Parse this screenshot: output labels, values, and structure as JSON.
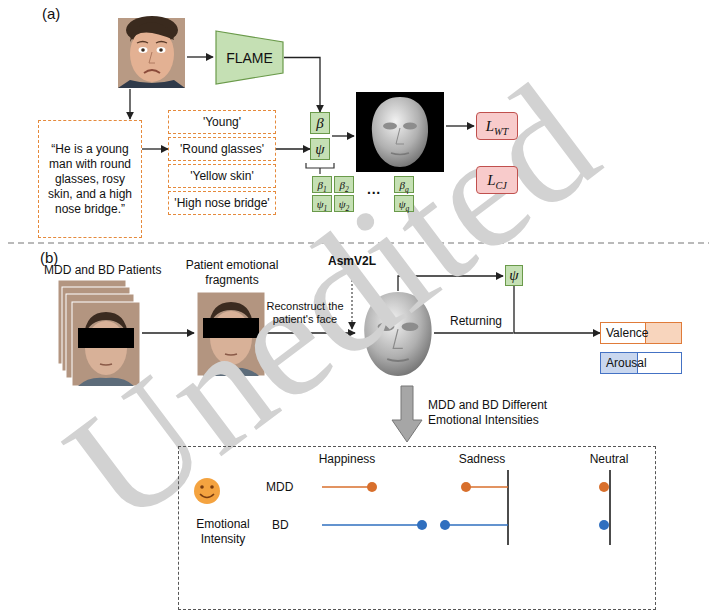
{
  "diagram": {
    "nodes": [
      {
        "text": [
          "FLAME"
        ]
      },
      {
        "text": [
          "“He is a young man with round glasses, rosy skin, and a high nose bridge.”"
        ]
      },
      {
        "text": [
          "'Young'"
        ]
      },
      {
        "text": [
          "'Round glasses'"
        ]
      },
      {
        "text": [
          "'Yellow skin'"
        ]
      },
      {
        "text": [
          "'High nose bridge'"
        ]
      },
      {
        "text": [
          "β"
        ]
      },
      {
        "text": [
          "ψ"
        ]
      },
      {
        "text": [
          "β1"
        ]
      },
      {
        "text": [
          "β2"
        ]
      },
      {
        "text": [
          "βq"
        ]
      },
      {
        "text": [
          "ψ1"
        ]
      },
      {
        "text": [
          "ψ2"
        ]
      },
      {
        "text": [
          "ψq"
        ]
      },
      {
        "text": [
          "LWT"
        ]
      },
      {
        "text": [
          "LCJ"
        ]
      },
      {
        "text": [
          "ψ"
        ]
      },
      {
        "text": [
          "Valence"
        ]
      },
      {
        "text": [
          "Arousal"
        ]
      },
      {
        "text": [
          "Emotional Intensity"
        ]
      }
    ],
    "edges": [
      {
        "from": 0,
        "to": 6,
        "arrow": "to"
      },
      {
        "from": 1,
        "to": 3,
        "arrow": "to"
      },
      {
        "from": 3,
        "to": 7,
        "arrow": "to"
      },
      {
        "from": 16,
        "to": 17,
        "arrow": "to"
      }
    ],
    "labels": [
      "(a)",
      "···",
      "(b)",
      "MDD and BD Patients",
      "Patient emotional fragments",
      "AsmV2L",
      "Reconstruct the patient's face",
      "Returning",
      "MDD and BD Different Emotional Intensities",
      "Happiness",
      "Sadness",
      "Neutral",
      "MDD",
      "BD",
      "Unedited"
    ]
  }
}
